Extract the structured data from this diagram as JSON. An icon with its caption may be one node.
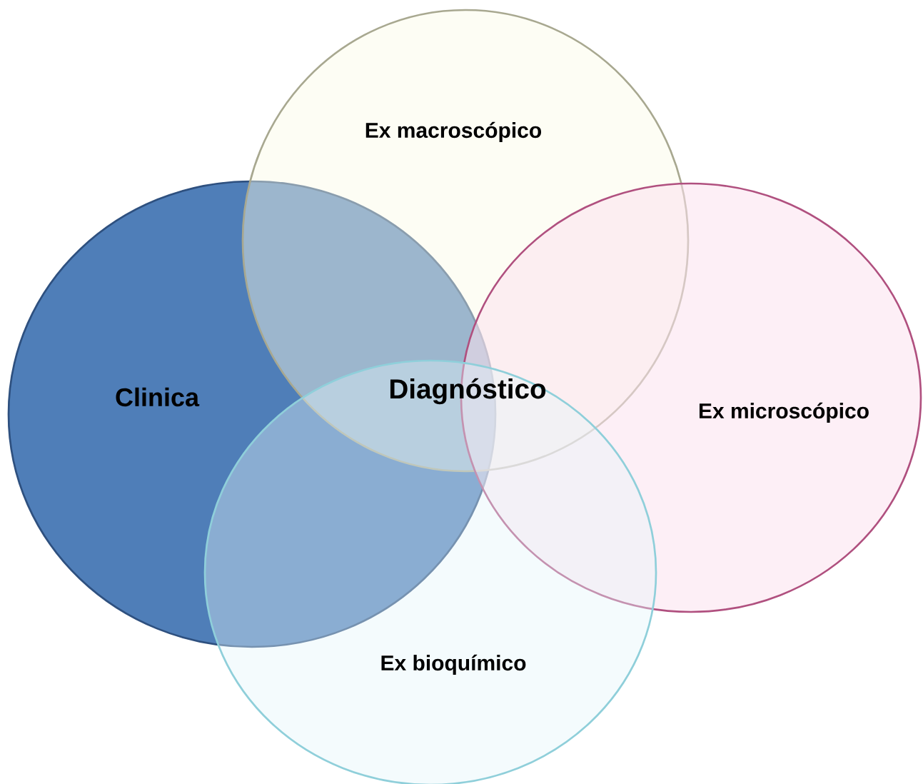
{
  "diagram": {
    "nodes": [
      {
        "text": [
          "Clinica"
        ]
      },
      {
        "text": [
          "Ex macroscópico"
        ]
      },
      {
        "text": [
          "Ex microscópico"
        ]
      },
      {
        "text": [
          "Ex bioquímico"
        ]
      }
    ],
    "labels": [
      "Diagnóstico"
    ]
  }
}
